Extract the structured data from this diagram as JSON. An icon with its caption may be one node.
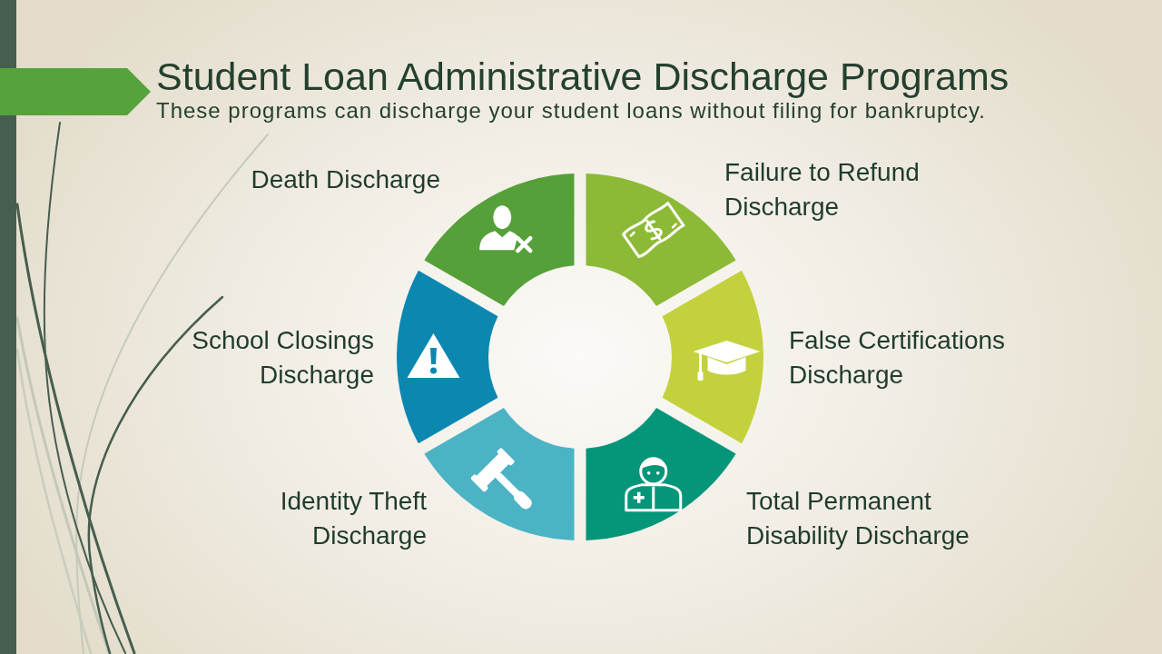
{
  "diagram": {
    "title": "Student Loan Administrative Discharge Programs",
    "nodes": [
      {
        "text": [],
        "shape": "segment",
        "beside": [
          "Death Discharge"
        ]
      },
      {
        "text": [],
        "shape": "segment",
        "beside": [
          "Failure to Refund Discharge"
        ]
      },
      {
        "text": [],
        "shape": "segment",
        "beside": [
          "School Closings Discharge"
        ]
      },
      {
        "text": [],
        "shape": "segment",
        "beside": [
          "False Certifications Discharge"
        ]
      },
      {
        "text": [],
        "shape": "segment",
        "beside": [
          "Identity Theft Discharge"
        ]
      },
      {
        "text": [],
        "shape": "segment",
        "beside": [
          "Total Permanent Disability Discharge"
        ]
      }
    ],
    "labels": [
      "These programs can discharge your student loans without filing for bankruptcy."
    ]
  }
}
